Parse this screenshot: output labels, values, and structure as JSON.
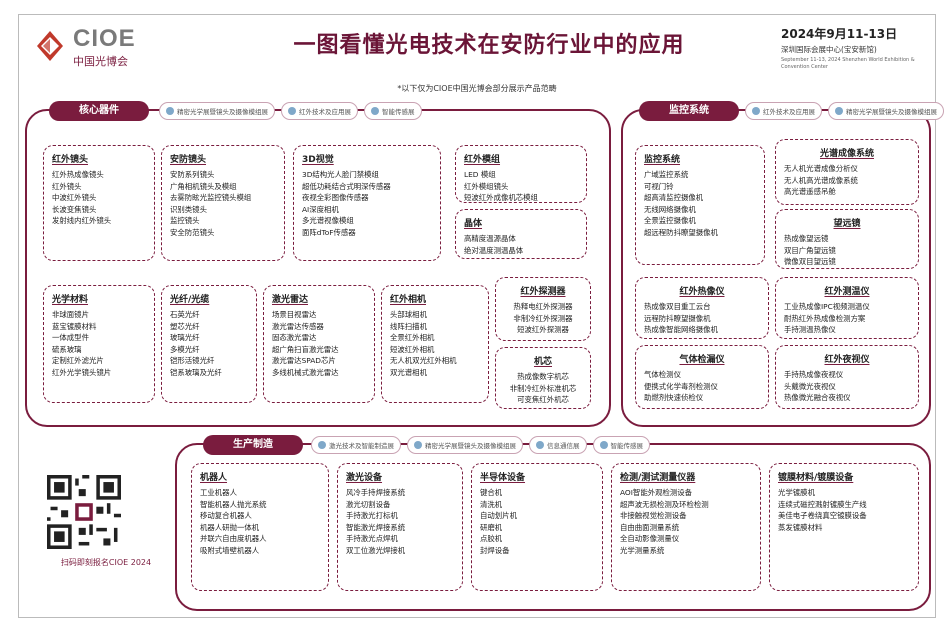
{
  "header": {
    "logo_text": "CIOE",
    "logo_sub": "中国光博会",
    "title": "一图看懂光电技术在安防行业中的应用",
    "date": "2024年9月11-13日",
    "venue": "深圳国际会展中心(宝安新馆)",
    "venue_en": "September 11-13, 2024 Shenzhen World Exhibition & Convention Center",
    "note": "*以下仅为CIOE中国光博会部分展示产品范畴"
  },
  "core": {
    "title": "核心器件",
    "sponsors": [
      "精密光学展暨镜头及摄像模组展",
      "红外技术及应用展",
      "智能传感展"
    ],
    "boxes": [
      {
        "title": "红外镜头",
        "items": [
          "红外热成像镜头",
          "红外镜头",
          "中波红外镜头",
          "长波变焦镜头",
          "发射线内红外镜头"
        ]
      },
      {
        "title": "安防镜头",
        "items": [
          "安防系列镜头",
          "广角相机镜头及模组",
          "去雾防眩光监控镜头模组",
          "识别类镜头",
          "监控镜头",
          "安全防范镜头"
        ]
      },
      {
        "title": "3D视觉",
        "items": [
          "3D结构光人脸门禁模组",
          "超低功耗结合式明深传感器",
          "夜视全彩图像传感器",
          "AI深度相机",
          "多光谱视像模组",
          "面阵dToF传感器"
        ]
      },
      {
        "title": "红外模组",
        "items": [
          "LED 模组",
          "红外模组镜头",
          "短波红外成像机芯模组"
        ]
      },
      {
        "title": "晶体",
        "items": [
          "高精度温源晶体",
          "绝对温度测温晶体"
        ]
      },
      {
        "title": "光学材料",
        "items": [
          "非球面镜片",
          "蓝宝镀膜材料",
          "一体成型件",
          "硫系玻璃",
          "定制红外滤光片",
          "红外光学镜头镜片"
        ]
      },
      {
        "title": "光纤/光缆",
        "items": [
          "石英光纤",
          "塑芯光纤",
          "玻璃光纤",
          "多模光纤",
          "铠形活镜光纤",
          "铠系玻璃及光纤"
        ]
      },
      {
        "title": "激光雷达",
        "items": [
          "场景目视雷达",
          "激光雷达传感器",
          "固态激光雷达",
          "超广角扫盲激光雷达",
          "激光雷达SPAD芯片",
          "多线机械式激光雷达"
        ]
      },
      {
        "title": "红外相机",
        "items": [
          "头部球相机",
          "线阵扫描机",
          "全景红外相机",
          "短波红外相机",
          "无人机双光红外相机",
          "双光谱相机"
        ]
      },
      {
        "title": "红外探测器",
        "items": [
          "热释电红外探测器",
          "非制冷红外探测器",
          "短波红外探测器"
        ]
      },
      {
        "title": "机芯",
        "items": [
          "热成像数字机芯",
          "非制冷红外标准机芯",
          "可变焦红外机芯"
        ]
      }
    ]
  },
  "monitor": {
    "title": "监控系统",
    "sponsors": [
      "红外技术及应用展",
      "精密光学展暨镜头及摄像模组展"
    ],
    "boxes": [
      {
        "title": "监控系统",
        "items": [
          "广域监控系统",
          "可视门铃",
          "超高清监控摄像机",
          "无线网络摄像机",
          "全景监控摄像机",
          "超远程防抖瞭望摄像机"
        ]
      },
      {
        "title": "光谱成像系统",
        "items": [
          "无人机光谱成像分析仪",
          "无人机高光谱成像系统",
          "高光谱遥感吊舱"
        ]
      },
      {
        "title": "望远镜",
        "items": [
          "热成像望远镜",
          "双目广角望远镜",
          "微像双目望远镜"
        ]
      },
      {
        "title": "红外热像仪",
        "items": [
          "热成像双目重工云台",
          "远程防抖瞭望摄像机",
          "热成像智能网络摄像机"
        ]
      },
      {
        "title": "红外测温仪",
        "items": [
          "工业热成像IPC视频测温仪",
          "耐热红外热成像检测方案",
          "手持测温热像仪"
        ]
      },
      {
        "title": "气体检漏仪",
        "items": [
          "气体检测仪",
          "便携式化学毒剂检测仪",
          "助燃剂快速侦检仪"
        ]
      },
      {
        "title": "红外夜视仪",
        "items": [
          "手持热成像夜视仪",
          "头戴微光夜视仪",
          "热像微光融合夜视仪"
        ]
      }
    ]
  },
  "production": {
    "title": "生产制造",
    "sponsors": [
      "激光技术及智能制造展",
      "精密光学展暨镜头及摄像模组展",
      "信息通信展",
      "智能传感展"
    ],
    "boxes": [
      {
        "title": "机器人",
        "items": [
          "工业机器人",
          "智能机器人抛光系统",
          "移动复合机器人",
          "机器人研抛一体机",
          "并联六自由度机器人",
          "吸附式墙壁机器人"
        ]
      },
      {
        "title": "激光设备",
        "items": [
          "风冷手持焊接系统",
          "激光切割设备",
          "手持激光打标机",
          "智能激光焊接系统",
          "手持激光点焊机",
          "双工位激光焊接机"
        ]
      },
      {
        "title": "半导体设备",
        "items": [
          "键合机",
          "清洗机",
          "自动划片机",
          "研磨机",
          "点胶机",
          "封焊设备"
        ]
      },
      {
        "title": "检测/测试测量仪器",
        "items": [
          "AOI智能外观检测设备",
          "超声波无损检测及环检检测",
          "非接触视觉检测设备",
          "自由曲面测量系统",
          "全自动影像测量仪",
          "光学测量系统"
        ]
      },
      {
        "title": "镀膜材料/镀膜设备",
        "items": [
          "光学镀膜机",
          "连续式磁控溅射镀膜生产线",
          "美佳电子卷绕真空镀膜设备",
          "蒸发镀膜材料"
        ]
      }
    ]
  },
  "qr": {
    "label": "扫码即刻报名CIOE 2024"
  },
  "colors": {
    "brand": "#7a1c3e",
    "title": "#6b1537"
  }
}
